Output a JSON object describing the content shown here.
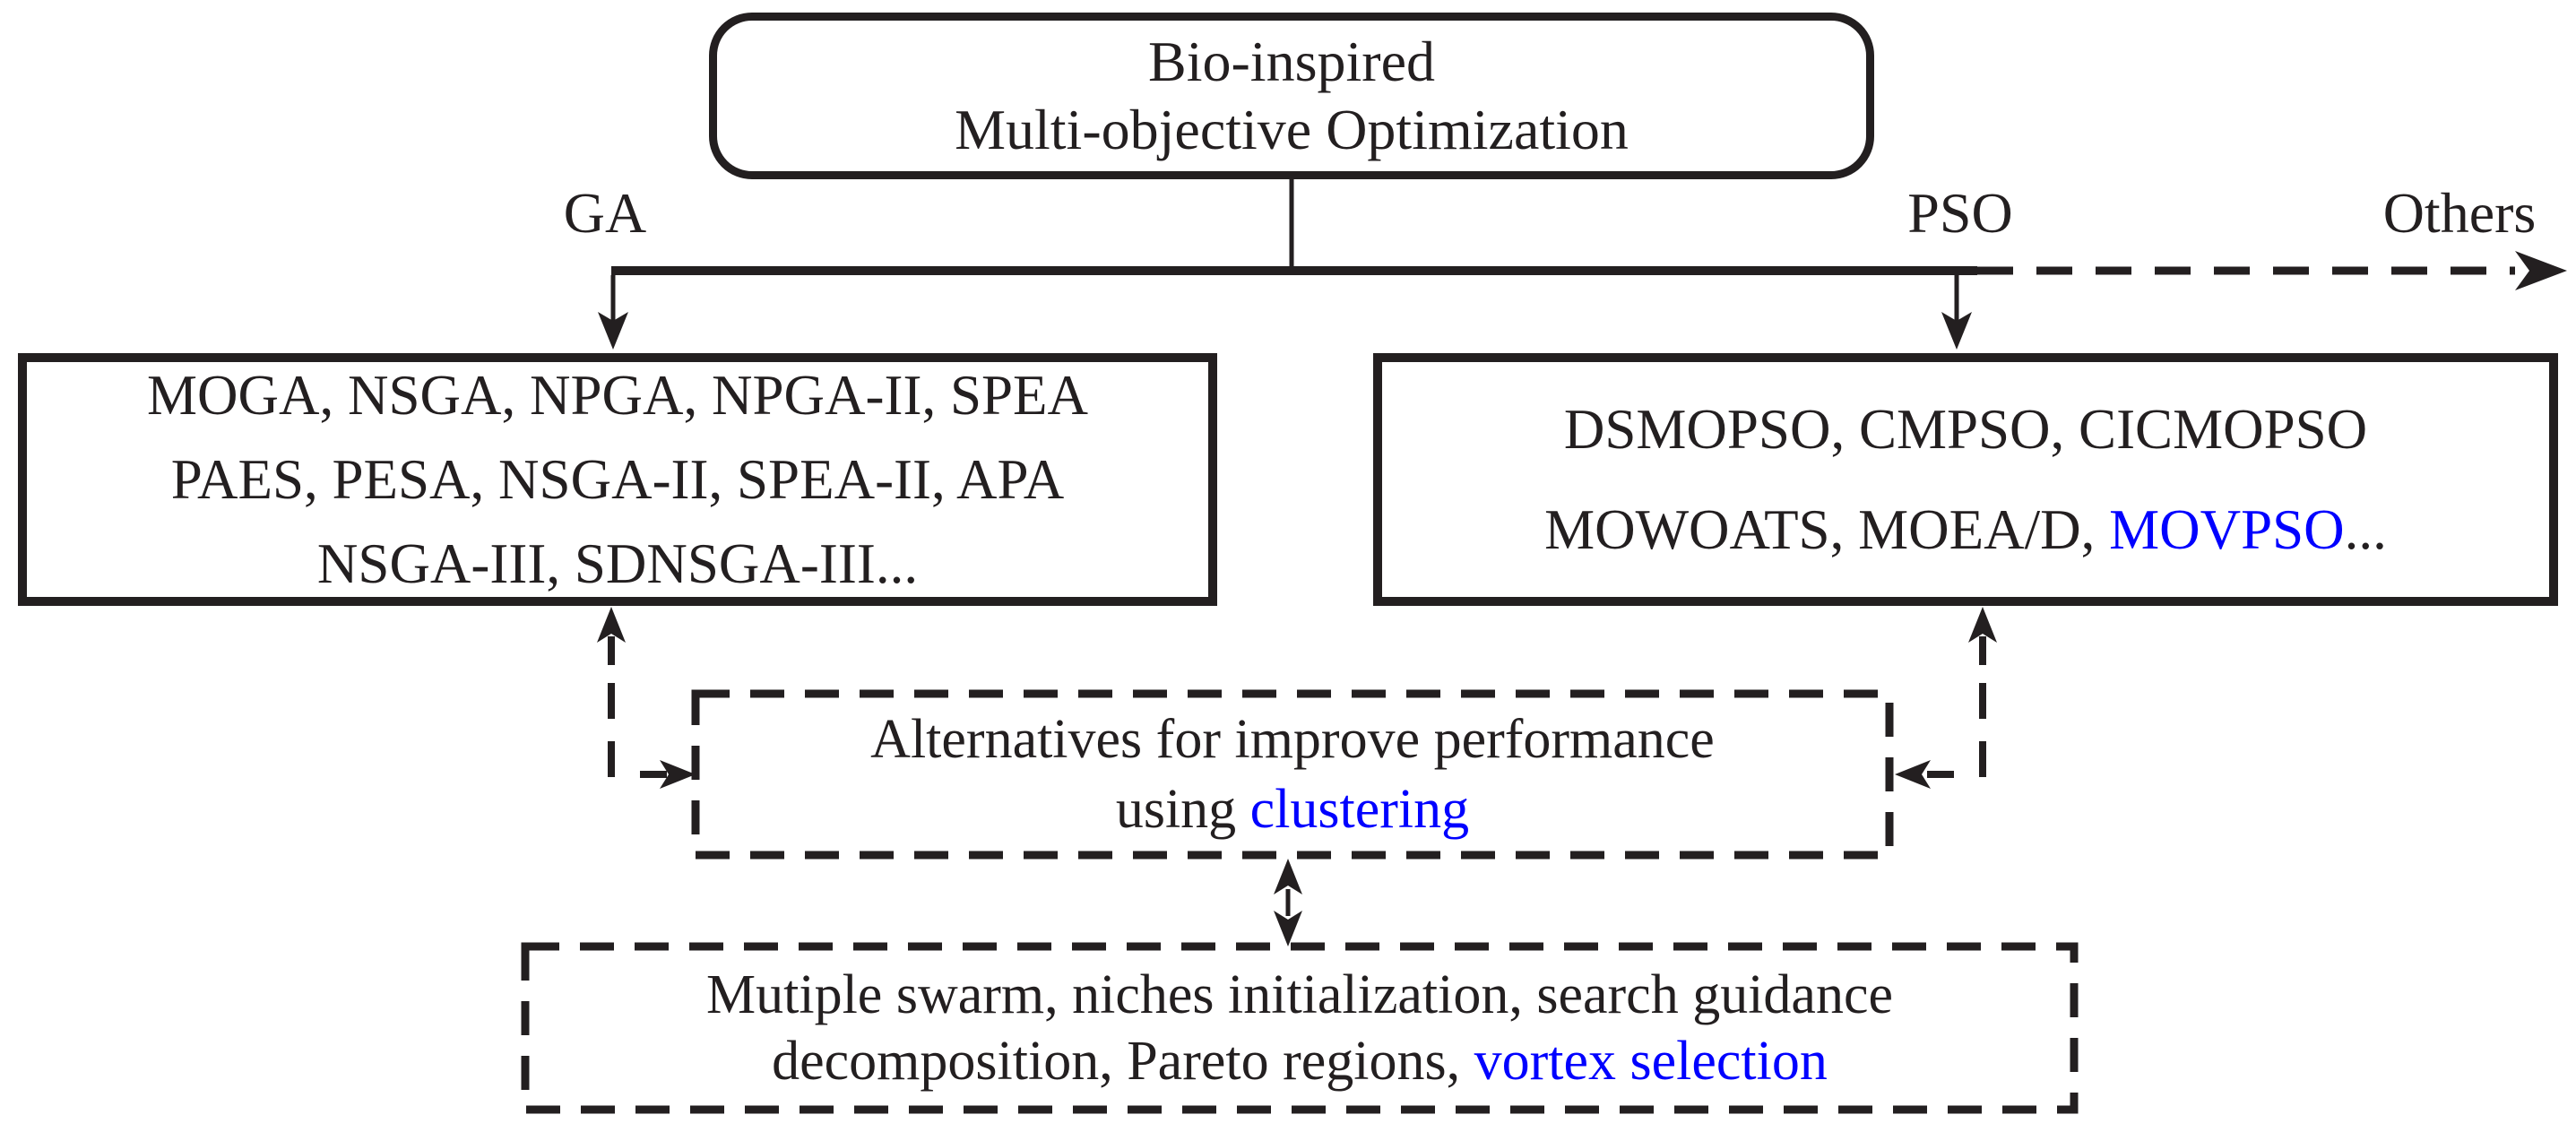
{
  "diagram": {
    "root": {
      "line1": "Bio-inspired",
      "line2": "Multi-objective Optimization"
    },
    "branch_labels": {
      "ga": "GA",
      "pso": "PSO",
      "others": "Others"
    },
    "ga_box": {
      "line1": "MOGA, NSGA, NPGA, NPGA-II, SPEA",
      "line2": "PAES, PESA, NSGA-II, SPEA-II, APA",
      "line3": "NSGA-III, SDNSGA-III..."
    },
    "pso_box": {
      "line1": "DSMOPSO, CMPSO, CICMOPSO",
      "line2_prefix": "MOWOATS, MOEA/D, ",
      "line2_highlight": "MOVPSO",
      "line2_suffix": "..."
    },
    "alternatives_box": {
      "line1": "Alternatives for improve performance",
      "line2_prefix": "using ",
      "line2_highlight": "clustering"
    },
    "techniques_box": {
      "line1": "Mutiple swarm, niches initialization, search guidance",
      "line2_prefix": "decomposition, Pareto regions, ",
      "line2_highlight": "vortex selection"
    },
    "colors": {
      "text": "#231f20",
      "highlight": "#0000ff",
      "background": "#ffffff"
    }
  }
}
